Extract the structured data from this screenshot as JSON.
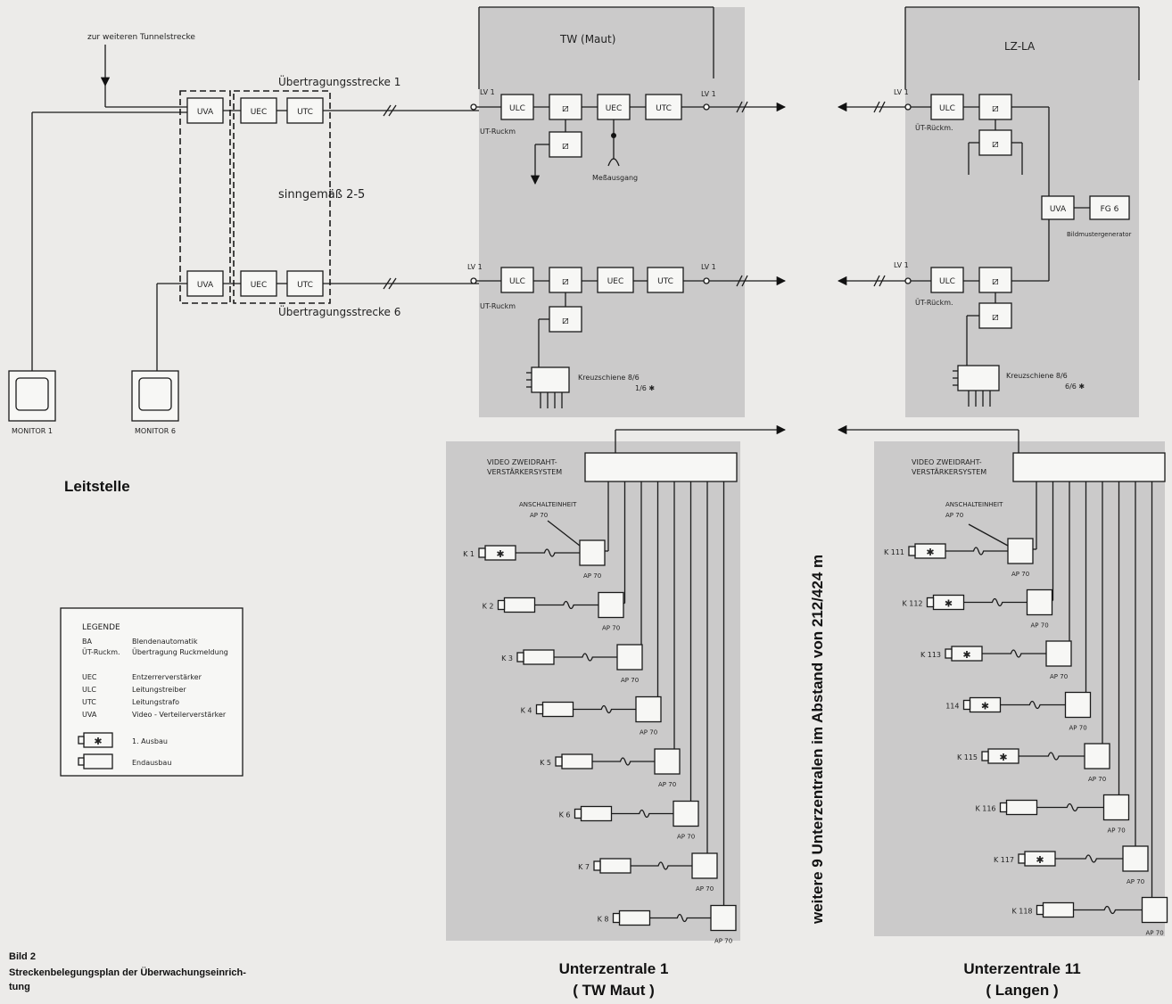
{
  "figure": {
    "label": "Bild 2",
    "caption": "Streckenbelegungsplan der Überwachungseinrich-\ntung"
  },
  "control_center": {
    "title": "Leitstelle",
    "top_note": "zur weiteren Tunnelstrecke",
    "route1_label": "Übertragungsstrecke  1",
    "route6_label": "Übertragungsstrecke  6",
    "analog_label": "sinngemäß  2-5",
    "units": {
      "uva": "UVA",
      "uec": "UEC",
      "utc": "UTC"
    },
    "monitor1": "MONITOR 1",
    "monitor6": "MONITOR 6"
  },
  "legend": {
    "title": "LEGENDE",
    "rows": [
      {
        "abbr": "BA",
        "text": "Blendenautomatik"
      },
      {
        "abbr": "ÜT-Ruckm.",
        "text": "Übertragung Ruckmeldung"
      },
      {
        "abbr": "UEC",
        "text": "Entzerrerverstärker"
      },
      {
        "abbr": "ULC",
        "text": "Leitungstreiber"
      },
      {
        "abbr": "UTC",
        "text": "Leitungstrafo"
      },
      {
        "abbr": "UVA",
        "text": "Video - Verteilerverstärker"
      }
    ],
    "cam_first": "1. Ausbau",
    "cam_final": "Endausbau"
  },
  "tw_station": {
    "title": "TW (Maut)",
    "lv1": "LV 1",
    "ulc": "ULC",
    "uec": "UEC",
    "utc": "UTC",
    "ut_ruckm": "UT-Ruckm",
    "measure_out": "Meßausgang",
    "crossbar": "Kreuzschiene  8/6",
    "crossbar_sub": "1/6  ✱"
  },
  "la_station": {
    "title": "LZ-LA",
    "lv1": "LV 1",
    "ulc": "ULC",
    "ut_ruckm": "ÜT-Rückm.",
    "uva": "UVA",
    "fg": "FG 6",
    "generator": "Bildmustergenerator",
    "crossbar": "Kreuzschiene  8/6",
    "crossbar_sub": "6/6  ✱"
  },
  "middle_note": "weitere 9 Unterzentralen im Abstand von 212/424 m",
  "sub1": {
    "title_line1": "Unterzentrale 1",
    "title_line2": "( TW Maut )",
    "system1": "VIDEO ZWEIDRAHT-",
    "system2": "VERSTÄRKERSYSTEM",
    "unit1": "ANSCHALTEINHEIT",
    "unit2": "AP 70",
    "ap": "AP 70",
    "cameras": [
      "K  1",
      "K  2",
      "K  3",
      "K  4",
      "K  5",
      "K  6",
      "K  7",
      "K  8"
    ],
    "first_stage": [
      true,
      false,
      false,
      false,
      false,
      false,
      false,
      false
    ]
  },
  "sub11": {
    "title_line1": "Unterzentrale 11",
    "title_line2": "( Langen )",
    "system1": "VIDEO ZWEIDRAHT-",
    "system2": "VERSTÄRKERSYSTEM",
    "unit1": "ANSCHALTEINHEIT",
    "unit2": "AP 70",
    "ap": "AP 70",
    "cameras": [
      "K 111",
      "K 112",
      "K 113",
      "114",
      "K 115",
      "K 116",
      "K 117",
      "K 118"
    ],
    "first_stage": [
      true,
      true,
      true,
      true,
      true,
      false,
      true,
      false
    ]
  }
}
